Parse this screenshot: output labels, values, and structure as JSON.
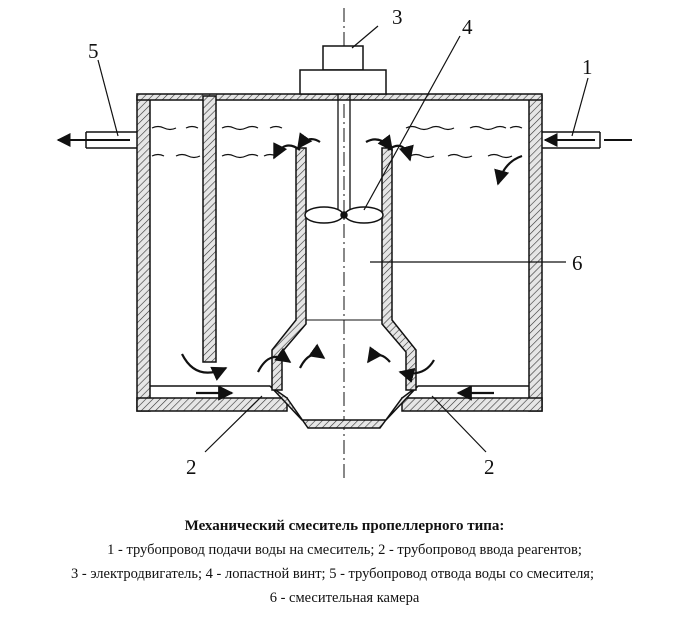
{
  "labels": {
    "inlet_pipe": "1",
    "reagent_pipe_left": "2",
    "reagent_pipe_right": "2",
    "motor": "3",
    "propeller": "4",
    "outlet_pipe": "5",
    "mixing_chamber": "6"
  },
  "caption": {
    "title": "Механический смеситель пропеллерного типа:",
    "line1": "1 - трубопровод подачи воды на смеситель; 2 - трубопровод ввода реагентов;",
    "line2": "3 - электродвигатель; 4 - лопастной винт; 5 - трубопровод отвода воды со смесителя;",
    "line3": "6 - смесительная камера"
  },
  "colors": {
    "ink": "#111111",
    "hatch_fill": "#cfcfcf",
    "background": "#ffffff"
  }
}
